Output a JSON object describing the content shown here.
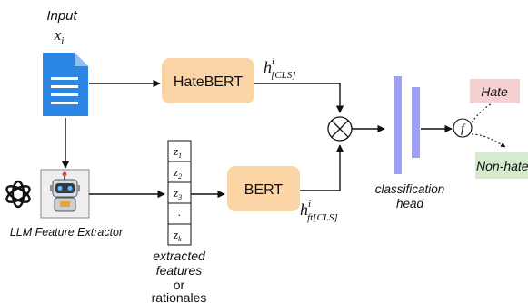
{
  "input": {
    "title": "Input",
    "var_base": "x",
    "var_sub": "i"
  },
  "models": {
    "hatebert": "HateBERT",
    "bert": "BERT"
  },
  "hatebert_output": {
    "base": "h",
    "sup": "i",
    "sub": "[CLS]"
  },
  "bert_output": {
    "base": "h",
    "sup": "i",
    "sub": "ft[CLS]"
  },
  "extractor": {
    "label": "LLM Feature Extractor",
    "robot_icon": "robot-icon",
    "logo_icon": "openai-logo-icon"
  },
  "features": {
    "cells": [
      {
        "base": "z",
        "sub": "1"
      },
      {
        "base": "z",
        "sub": "2"
      },
      {
        "base": "z",
        "sub": "3"
      },
      {
        "base": ".",
        "sub": ""
      },
      {
        "base": "z",
        "sub": "k"
      }
    ],
    "caption_line1": "extracted",
    "caption_line2": "features",
    "caption_line3": "or",
    "caption_line4": "rationales"
  },
  "classifier": {
    "label_line1": "classification",
    "label_line2": "head",
    "activation_symbol": "f"
  },
  "outputs": {
    "hate": {
      "label": "Hate",
      "color": "#f6d0d0"
    },
    "nonhate": {
      "label": "Non-hate",
      "color": "#d6ead0"
    }
  },
  "colors": {
    "model_box": "#fbd5a6",
    "bar": "#9f9ff7",
    "doc": "#2b86e6"
  }
}
